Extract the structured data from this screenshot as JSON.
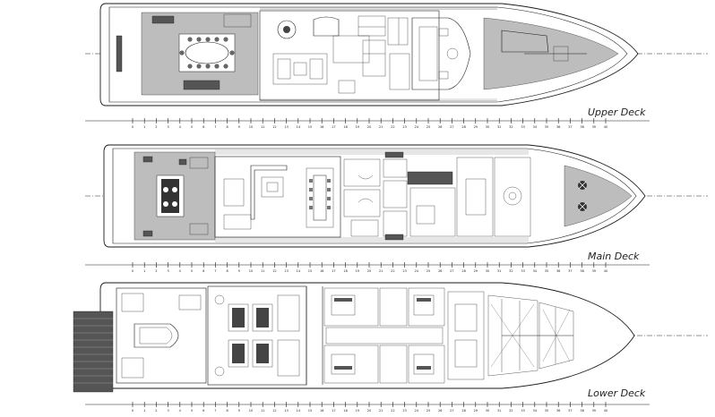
{
  "decks": [
    {
      "id": "upper",
      "label": "Upper Deck"
    },
    {
      "id": "main",
      "label": "Main Deck"
    },
    {
      "id": "lower",
      "label": "Lower Deck"
    }
  ],
  "frames": [
    0,
    1,
    2,
    3,
    4,
    5,
    6,
    7,
    8,
    9,
    10,
    11,
    12,
    13,
    14,
    15,
    16,
    17,
    18,
    19,
    20,
    21,
    22,
    23,
    24,
    25,
    26,
    27,
    28,
    29,
    30,
    31,
    32,
    33,
    34,
    35,
    36,
    37,
    38,
    39,
    40
  ]
}
